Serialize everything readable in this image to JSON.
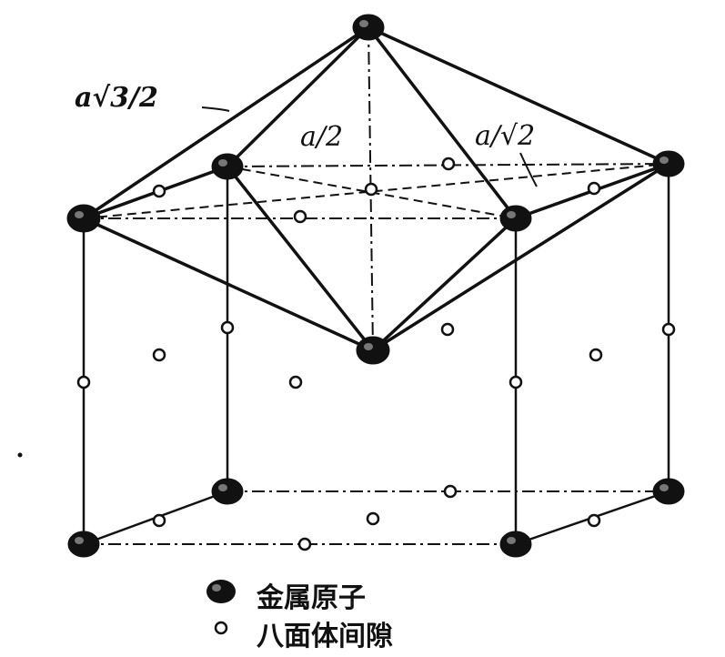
{
  "labels": {
    "edge_slant": "a√3/2",
    "height": "a/2",
    "diagonal": "a/√2"
  },
  "legend": {
    "metal_atom": "金属原子",
    "octahedral_interstice": "八面体间隙"
  },
  "colors": {
    "ink": "#111111",
    "paper": "#ffffff"
  }
}
